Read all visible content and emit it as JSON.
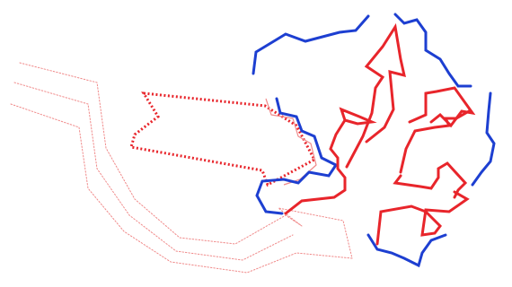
{
  "figure": {
    "description_tag": "arrow-sketch-drawing",
    "colors": {
      "red": "#e8252b",
      "light_red": "#f08a8a",
      "blue": "#1d3fd1",
      "background": "#ffffff"
    },
    "strokes": [
      {
        "name": "outer-thin-dotted-arrow",
        "color_key": "light_red",
        "style": "thin-dotted"
      },
      {
        "name": "bold-dotted-arrow",
        "color_key": "red",
        "style": "bold-dotted"
      },
      {
        "name": "thin-red-outline",
        "color_key": "light_red",
        "style": "thin-solid"
      },
      {
        "name": "solid-red-arrows",
        "color_key": "red",
        "style": "solid-red"
      },
      {
        "name": "solid-blue-outlines",
        "color_key": "blue",
        "style": "solid-blue"
      }
    ]
  }
}
